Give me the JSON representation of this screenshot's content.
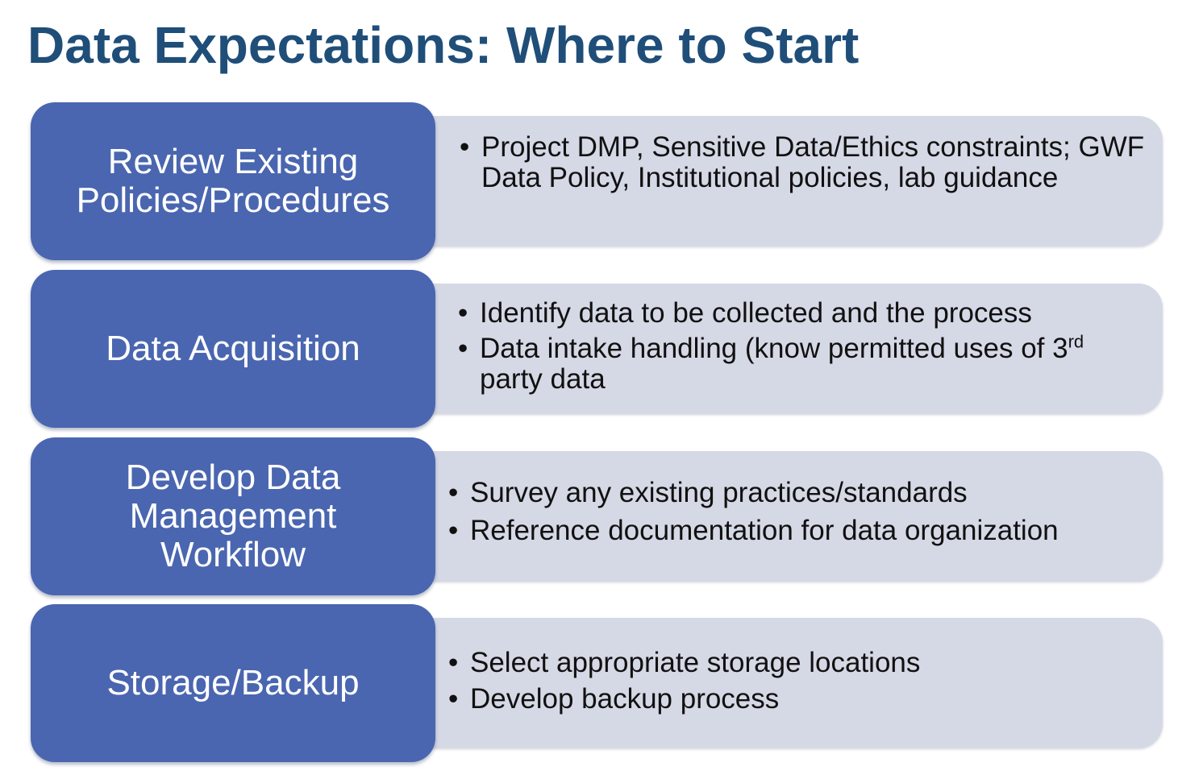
{
  "title": "Data Expectations: Where to Start",
  "colors": {
    "title": "#1f4e79",
    "step_box": "#4a66b0",
    "detail_box": "#d5d8e5"
  },
  "rows": [
    {
      "label": "Review Existing\nPolicies/Procedures",
      "bullets": [
        "Project DMP, Sensitive Data/Ethics constraints; GWF Data Policy, Institutional policies, lab guidance"
      ]
    },
    {
      "label": "Data Acquisition",
      "bullets": [
        "Identify data to be collected and the process",
        "Data intake handling (know permitted uses of"
      ],
      "bullet_extra": {
        "num": "3",
        "suffix": "rd",
        "rest": " party data"
      }
    },
    {
      "label": "Develop Data\nManagement\nWorkflow",
      "bullets": [
        "Survey any existing practices/standards",
        "Reference documentation for data organization"
      ]
    },
    {
      "label": "Storage/Backup",
      "bullets": [
        "Select appropriate storage locations",
        "Develop backup process"
      ]
    }
  ]
}
